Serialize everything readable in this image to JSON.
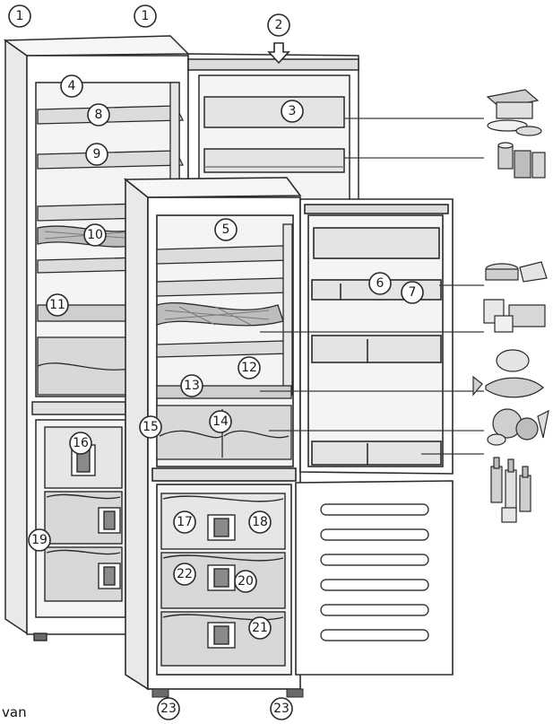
{
  "figure": {
    "caption": "van",
    "arrow_marker": "down-arrow-icon"
  },
  "callouts": [
    {
      "id": "c1a",
      "label": "1"
    },
    {
      "id": "c1b",
      "label": "1"
    },
    {
      "id": "c2",
      "label": "2"
    },
    {
      "id": "c3",
      "label": "3"
    },
    {
      "id": "c4",
      "label": "4"
    },
    {
      "id": "c5",
      "label": "5"
    },
    {
      "id": "c6",
      "label": "6"
    },
    {
      "id": "c7",
      "label": "7"
    },
    {
      "id": "c8",
      "label": "8"
    },
    {
      "id": "c9",
      "label": "9"
    },
    {
      "id": "c10",
      "label": "10"
    },
    {
      "id": "c11",
      "label": "11"
    },
    {
      "id": "c12",
      "label": "12"
    },
    {
      "id": "c13",
      "label": "13"
    },
    {
      "id": "c14",
      "label": "14"
    },
    {
      "id": "c15",
      "label": "15"
    },
    {
      "id": "c16",
      "label": "16"
    },
    {
      "id": "c17",
      "label": "17"
    },
    {
      "id": "c18",
      "label": "18"
    },
    {
      "id": "c19",
      "label": "19"
    },
    {
      "id": "c20",
      "label": "20"
    },
    {
      "id": "c21",
      "label": "21"
    },
    {
      "id": "c22",
      "label": "22"
    },
    {
      "id": "c23a",
      "label": "23"
    },
    {
      "id": "c23b",
      "label": "23"
    }
  ],
  "food_icons": [
    "butter-cheese-icon",
    "jars-cans-icon",
    "cakes-icon",
    "dairy-containers-icon",
    "meat-fish-icon",
    "vegetables-icon",
    "bottles-icon"
  ],
  "colors": {
    "line": "#2a2a2a",
    "panel": "#f4f4f4",
    "drawer": "#d8d8d8",
    "shade": "#bdbdbd"
  }
}
